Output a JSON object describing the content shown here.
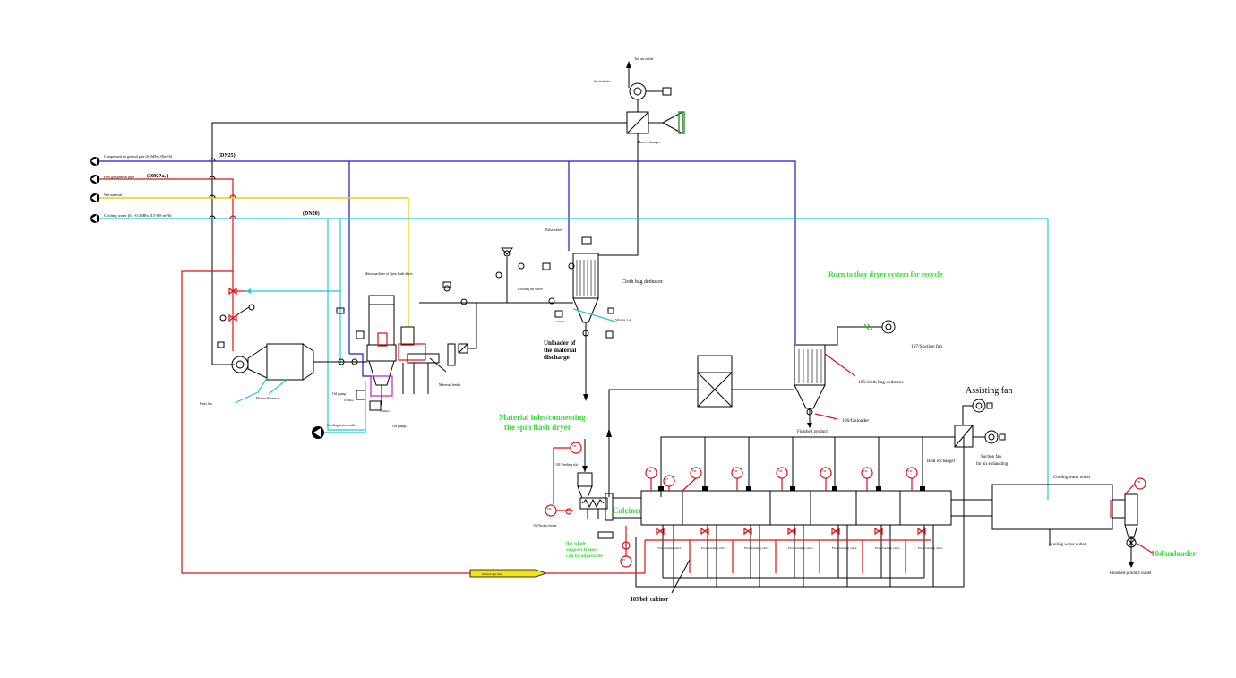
{
  "colors": {
    "compressed_air": "#1a1ad0",
    "fuel_gas": "#e01010",
    "wet_material": "#e8d21a",
    "cooling_water": "#22c8d8",
    "highlight_text": "#33dd33",
    "outline": "#000000"
  },
  "pipelines": {
    "compressed_air": "Compressed air general pipe (0.6MPa, 3Nm³/h)",
    "fuel_gas": "Fuel gas general pipe",
    "fuel_gas_pressure": "(30KPa, )",
    "wet_material": "Wet material",
    "cooling_water": "Cooling water (0.1-0.3MPa, 0.5-0.8 m³/h)",
    "dn25": "(DN25)",
    "dn20": "(DN20)"
  },
  "labels": {
    "tail_air_outlet": "Tail air outlet",
    "suction_fan_top": "Suction fan",
    "heat_exchanger_top": "Heat exchanger",
    "pulse_valve": "Pulse valve",
    "cooling_air_valve": "Cooling air valve",
    "cloth_bag_dedustor": "Cloth bag dedustor",
    "main_machine": "Main machine of Spin flash dryer",
    "unloader_of_material": "Unloader of the material discharge",
    "material_feeder": "Material feeder",
    "oil_pump_1": "Oil pump 1",
    "oil_pump_2": "Oil pump 2",
    "hot_air_furnace": "Hot air Furnace",
    "heat_fan": "Heat fan",
    "cooling_water_outlet_left": "Cooling water outlet",
    "vibrator": "Vibrator 1-4",
    "return_text": "Rurn to they dryer system for recycle",
    "suction_fan_107": "107/Suction fan",
    "cloth_bag_105": "105/cloth bag dedustor",
    "unloader_106": "106/Unloader",
    "finished_product_mid": "Finished product",
    "assisting_fan": "Assisting fan",
    "heat_exchanger_right": "Heat exchanger",
    "suction_fan_exhaust": "Suction fan for air exhausting",
    "material_inlet": "Material inlet/connecting the spin flash dryer",
    "feeding_silo": "101/Feeding silo",
    "screw_feeder": "102/Screw feeder",
    "calciner": "Calciner",
    "support_frame": "the whole support frame can be adjustable",
    "cooling_water_outlet_top": "Cooling water outlet",
    "cooling_water_outlet_bottom": "Cooling water outlet",
    "unloader_104": "104/unloader",
    "finished_product_outlet": "Finished product outlet",
    "belt_calciner": "103/belt calciner",
    "gas_line_tag": "Natural gas inlet",
    "flow_burning_valve": "Flow burning valve",
    "pressure_1": "0.5Mpa",
    "pressure_2": "0.5Mpa",
    "pressure_3": "0.5Mpa"
  },
  "instruments": {
    "tic": "TIC",
    "ti": "TI",
    "pi": "PI",
    "fi": "FI"
  }
}
